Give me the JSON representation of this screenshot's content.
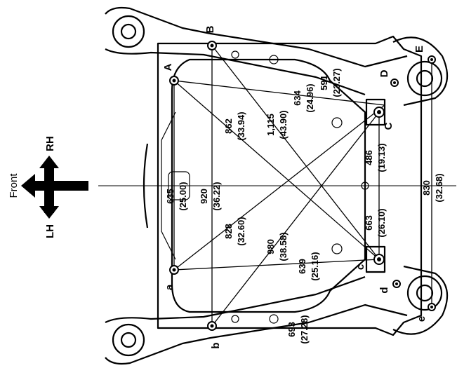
{
  "orientation": {
    "front": "Front",
    "rh": "RH",
    "lh": "LH"
  },
  "points": {
    "A": "A",
    "B": "B",
    "C": "C",
    "D": "D",
    "E": "E",
    "a": "a",
    "b": "b",
    "c": "c",
    "d": "d",
    "e": "e"
  },
  "dimensions": {
    "A_C": {
      "mm": "634",
      "in": "(24.96)"
    },
    "A_c": {
      "mm": "862",
      "in": "(33.94)"
    },
    "B_c": {
      "mm": "1,115",
      "in": "(43.90)"
    },
    "a_C": {
      "mm": "828",
      "in": "(32.60)"
    },
    "b_C": {
      "mm": "980",
      "in": "(38.58)"
    },
    "D_c_upper": {
      "mm": "591",
      "in": "(23.27)"
    },
    "C_c": {
      "mm": "486",
      "in": "(19.13)"
    },
    "A_a": {
      "mm": "635",
      "in": "(25.00)"
    },
    "B_b": {
      "mm": "920",
      "in": "(36.22)"
    },
    "E_e": {
      "mm": "830",
      "in": "(32.68)"
    },
    "c_D": {
      "mm": "663",
      "in": "(26.10)"
    },
    "a_c": {
      "mm": "639",
      "in": "(25.16)"
    },
    "d_e": {
      "mm": "693",
      "in": "(27.28)"
    }
  }
}
